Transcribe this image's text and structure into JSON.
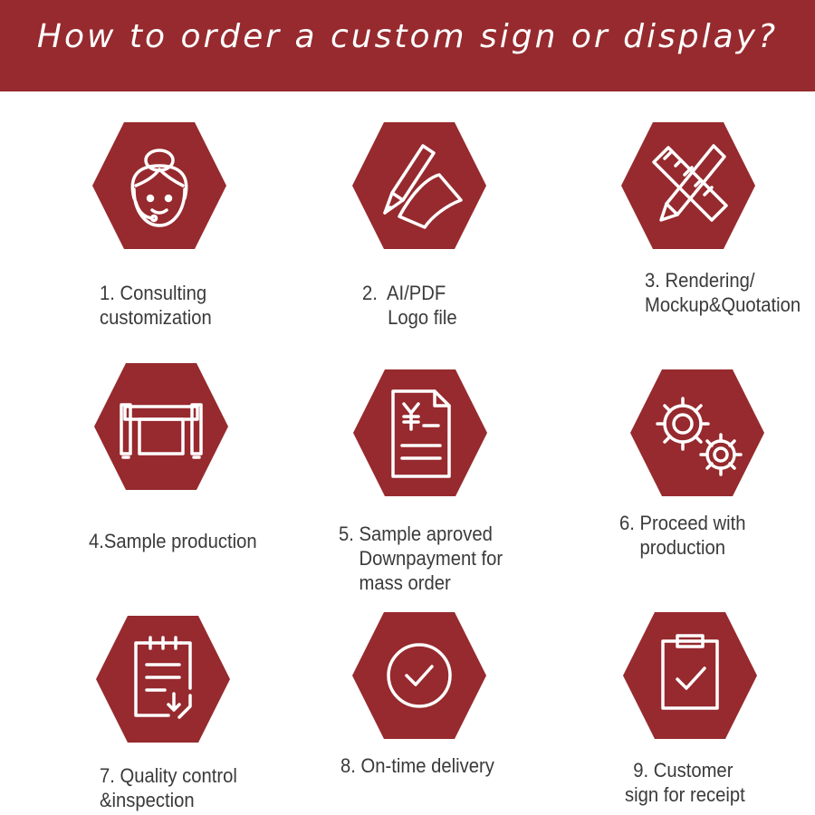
{
  "header": {
    "title": "How to order a custom sign or display?"
  },
  "colors": {
    "brand": "#962a2e",
    "icon_stroke": "#ffffff",
    "text": "#3a3a3a"
  },
  "steps": [
    {
      "icon": "customer-service-icon",
      "lines": [
        "1. Consulting",
        "customization"
      ]
    },
    {
      "icon": "pen-drawing-icon",
      "lines": [
        "2.  AI/PDF",
        "     Logo file"
      ]
    },
    {
      "icon": "pencil-ruler-icon",
      "lines": [
        "3. Rendering/",
        "Mockup&Quotation"
      ]
    },
    {
      "icon": "printer-icon",
      "lines": [
        "4.Sample production"
      ]
    },
    {
      "icon": "invoice-document-icon",
      "lines": [
        "5. Sample aproved",
        "    Downpayment for",
        "    mass order"
      ]
    },
    {
      "icon": "gears-icon",
      "lines": [
        "6. Proceed with",
        "    production"
      ]
    },
    {
      "icon": "checklist-icon",
      "lines": [
        "7. Quality control",
        "&inspection"
      ]
    },
    {
      "icon": "check-circle-icon",
      "lines": [
        "8. On-time delivery"
      ]
    },
    {
      "icon": "clipboard-check-icon",
      "lines": [
        "9. Customer",
        "sign for receipt"
      ]
    }
  ]
}
